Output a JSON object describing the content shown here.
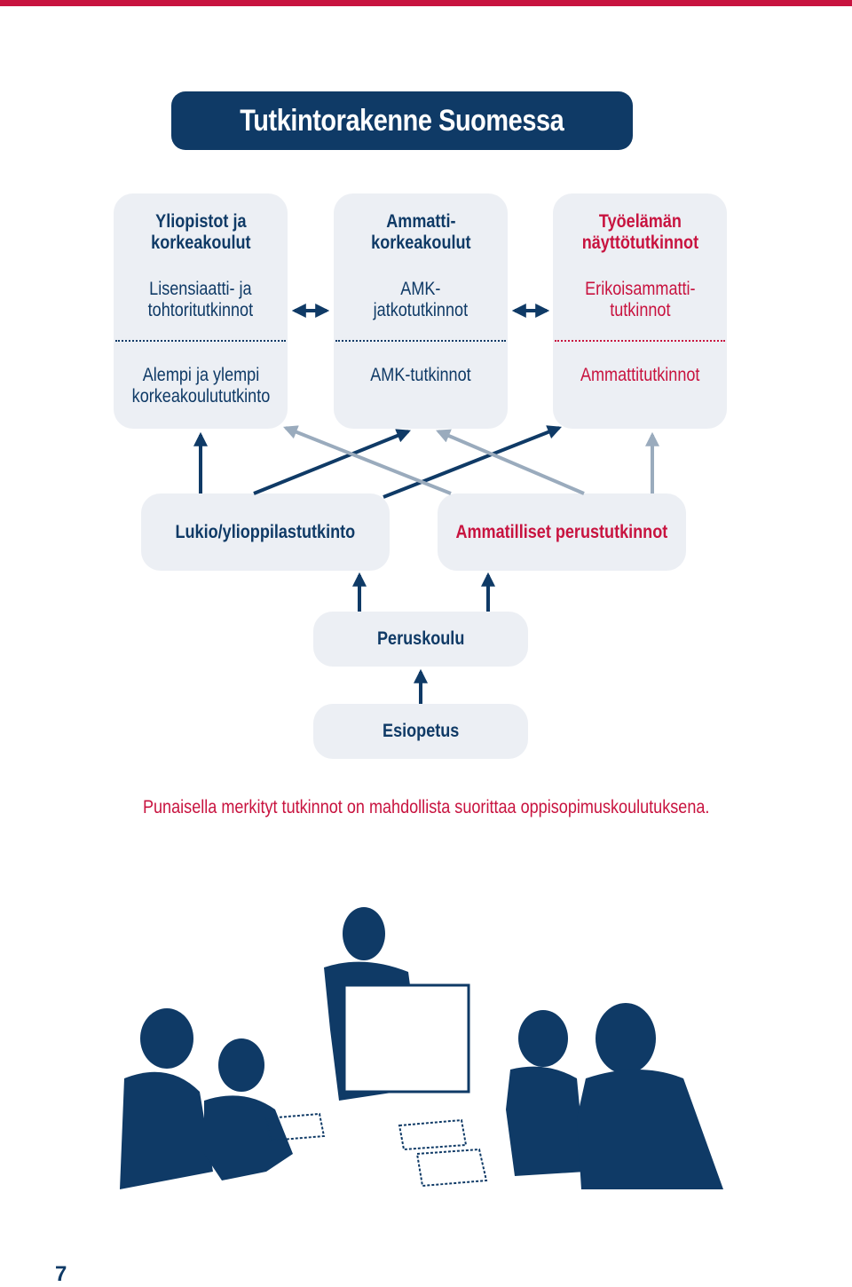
{
  "title": "Tutkintorakenne Suomessa",
  "columns": [
    {
      "heading": "Yliopistot ja\nkorkeakoulut",
      "upper": "Lisensiaatti- ja\ntohtoritutkinnot",
      "lower": "Alempi ja ylempi\nkorkeakoulututkinto",
      "style": "navy"
    },
    {
      "heading": "Ammatti-\nkorkeakoulut",
      "upper": "AMK-\njatkotutkinnot",
      "lower": "AMK-tutkinnot",
      "style": "navy"
    },
    {
      "heading": "Työelämän\nnäyttötutkinnot",
      "upper": "Erikoisammatti-\ntutkinnot",
      "lower": "Ammattitutkinnot",
      "style": "red"
    }
  ],
  "middle": {
    "left": "Lukio/ylioppilastutkinto",
    "right": "Ammatilliset perustutkinnot"
  },
  "perus": "Peruskoulu",
  "esio": "Esiopetus",
  "note": "Punaisella merkityt tutkinnot on mahdollista suorittaa oppisopimuskoulutuksena.",
  "page_number": "7",
  "colors": {
    "navy": "#0f3a66",
    "red": "#c8133f",
    "box": "#eceff4",
    "arrow_light": "#9aabbd"
  },
  "image": {
    "description_icon": "meeting-silhouette-image"
  }
}
